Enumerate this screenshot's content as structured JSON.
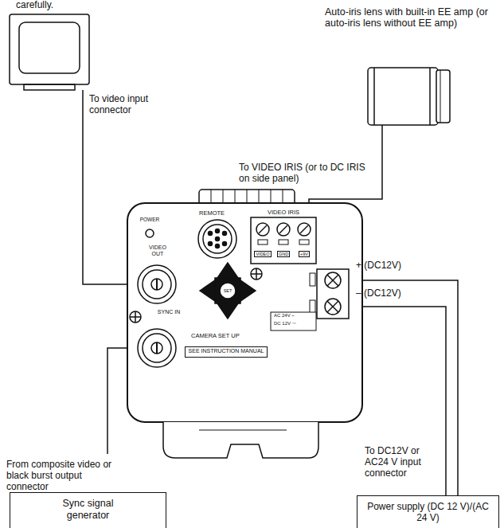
{
  "diagram": {
    "nodes": [
      {
        "text": [
          "SEE INSTRUCTION MANUAL"
        ]
      },
      {
        "text": [
          "Sync signal generator"
        ]
      },
      {
        "text": [
          "Power supply (DC 12 V)/(AC 24 V)"
        ]
      }
    ],
    "labels": [
      "carefully.",
      "Auto-iris lens with built-in EE amp (or auto-iris lens without EE amp)",
      "To video input connector",
      "To VIDEO IRIS (or to DC IRIS on side panel)",
      "REMOTE",
      "VIDEO IRIS",
      "VIDEO",
      "GND",
      "+9V",
      "POWER",
      "VIDEO OUT",
      "SYNC IN",
      "SET",
      "CAMERA SET UP",
      "+ (DC12V)",
      "– (DC12V)",
      "AC 24V ~",
      "DC 12V ⎓",
      "From composite video or black burst output connector",
      "To DC12V or AC24 V input connector"
    ]
  }
}
